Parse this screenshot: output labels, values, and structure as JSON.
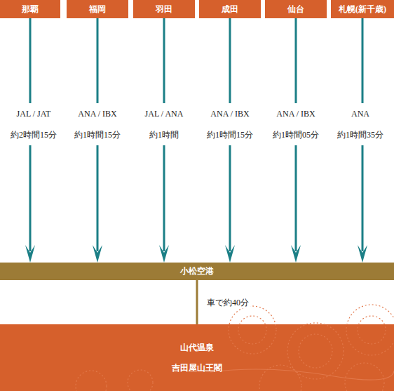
{
  "diagram": {
    "nodes": [
      {
        "text": [
          "那覇"
        ]
      },
      {
        "text": [
          "福岡"
        ]
      },
      {
        "text": [
          "羽田"
        ]
      },
      {
        "text": [
          "成田"
        ]
      },
      {
        "text": [
          "仙台"
        ]
      },
      {
        "text": [
          "札幌(新千歳)"
        ]
      },
      {
        "text": [
          "小松空港"
        ]
      },
      {
        "text": [
          "山代温泉",
          "吉田屋山王閣"
        ]
      }
    ],
    "edges": [
      {
        "from": 0,
        "to": 6,
        "label": "JAL / JAT 約2時間15分",
        "arrow": "to"
      },
      {
        "from": 1,
        "to": 6,
        "label": "ANA / IBX 約1時間15分",
        "arrow": "to"
      },
      {
        "from": 2,
        "to": 6,
        "label": "JAL / ANA 約1時間",
        "arrow": "to"
      },
      {
        "from": 3,
        "to": 6,
        "label": "ANA / IBX 約1時間15分",
        "arrow": "to"
      },
      {
        "from": 4,
        "to": 6,
        "label": "ANA / IBX 約1時間05分",
        "arrow": "to"
      },
      {
        "from": 5,
        "to": 6,
        "label": "ANA 約1時間35分",
        "arrow": "to"
      },
      {
        "from": 6,
        "to": 7,
        "label": "車で約40分",
        "arrow": "none"
      }
    ]
  }
}
